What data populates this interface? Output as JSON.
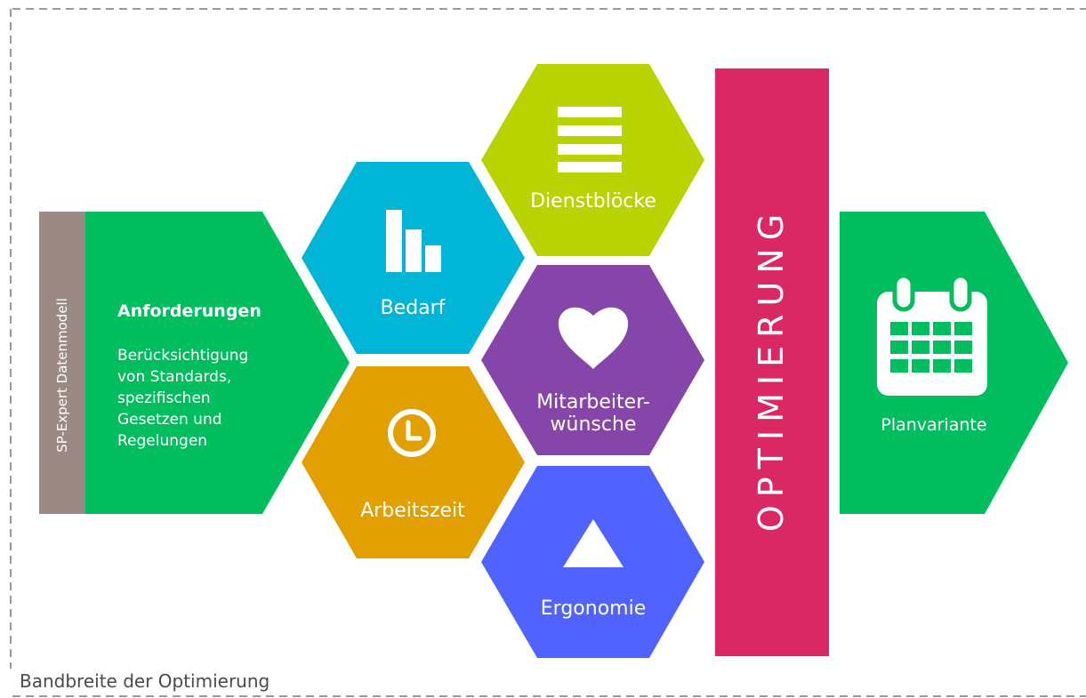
{
  "frame": {
    "caption": "Bandbreite der Optimierung"
  },
  "input": {
    "sidebar_label": "SP-Expert Datenmodell",
    "title": "Anforderungen",
    "description_lines": [
      "Berücksichtigung",
      "von Standards,",
      "spezifischen",
      "Gesetzen und",
      "Regelungen"
    ]
  },
  "hexagons": {
    "bedarf": {
      "label": "Bedarf",
      "icon": "bar-chart-icon",
      "color": "#00B5D5"
    },
    "dienstbloecke": {
      "label": "Dienstblöcke",
      "icon": "menu-lines-icon",
      "color": "#B8D300"
    },
    "mitarbeiterwuensche": {
      "label_line1": "Mitarbeiter-",
      "label_line2": "wünsche",
      "icon": "heart-icon",
      "color": "#8645A8"
    },
    "arbeitszeit": {
      "label": "Arbeitszeit",
      "icon": "clock-icon",
      "color": "#E19F00"
    },
    "ergonomie": {
      "label": "Ergonomie",
      "icon": "triangle-icon",
      "color": "#5163FF"
    }
  },
  "optimization": {
    "label": "OPTIMIERUNG",
    "color": "#DA2864"
  },
  "output": {
    "label": "Planvariante",
    "icon": "calendar-icon",
    "color": "#00BE5E"
  },
  "colors": {
    "input_green": "#00BE5E",
    "sidebar_taupe": "#9B8A83",
    "frame_dash": "#999999"
  }
}
